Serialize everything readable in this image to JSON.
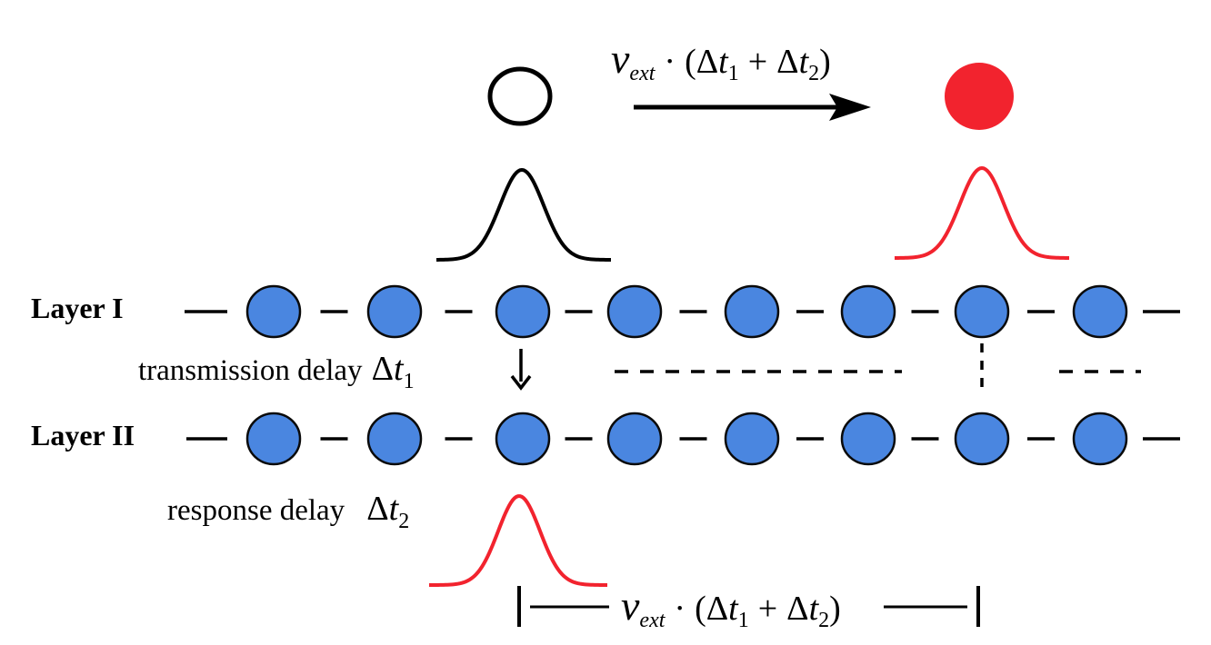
{
  "motion_label": {
    "v": "v",
    "sub_ext": "ext",
    "dot": "·",
    "open_paren": "(",
    "delta1": "Δ",
    "t1": "t",
    "sub1": "1",
    "plus": "+",
    "delta2": "Δ",
    "t2": "t",
    "sub2": "2",
    "close_paren": ")"
  },
  "layers": {
    "layer1_label": "Layer I",
    "layer2_label": "Layer II",
    "neurons_per_layer": 8
  },
  "transmission": {
    "text": "transmission delay",
    "delta": "Δ",
    "t": "t",
    "sub": "1"
  },
  "response": {
    "text": "response delay",
    "delta": "Δ",
    "t": "t",
    "sub": "2"
  },
  "distance_label": {
    "v": "v",
    "sub_ext": "ext",
    "dot": "·",
    "open_paren": "(",
    "delta1": "Δ",
    "t1": "t",
    "sub1": "1",
    "plus": "+",
    "delta2": "Δ",
    "t2": "t",
    "sub2": "2",
    "close_paren": ")"
  },
  "colors": {
    "neuron_fill": "#4a86e0",
    "neuron_stroke": "#0a0a0a",
    "red": "#f2232e",
    "black": "#000000"
  }
}
